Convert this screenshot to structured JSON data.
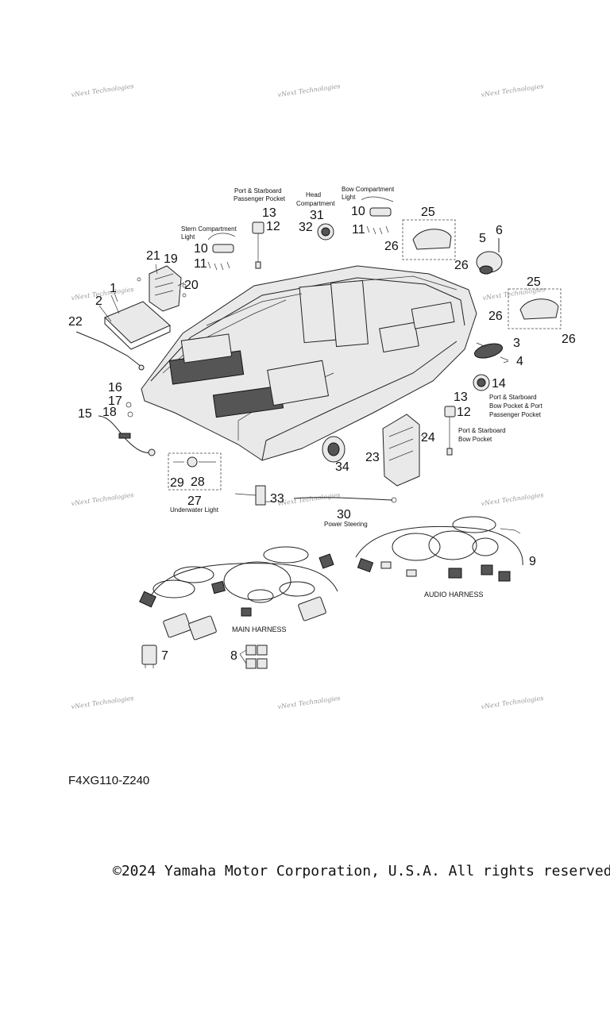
{
  "watermark": "vNext Technologies",
  "callouts": [
    "1",
    "2",
    "3",
    "4",
    "5",
    "6",
    "7",
    "8",
    "9",
    "10",
    "11",
    "12",
    "13",
    "14",
    "15",
    "16",
    "17",
    "18",
    "19",
    "20",
    "21",
    "22",
    "23",
    "24",
    "25",
    "26",
    "27",
    "28",
    "29",
    "30",
    "31",
    "32",
    "33",
    "34"
  ],
  "labels": {
    "stern_light": [
      "Stern Compartment",
      "Light"
    ],
    "passenger_pocket": [
      "Port & Starboard",
      "Passenger Pocket"
    ],
    "head_compartment": [
      "Head",
      "Compartment"
    ],
    "bow_light": [
      "Bow Compartment",
      "Light"
    ],
    "bow_pocket_port_passenger": [
      "Port & Starboard",
      "Bow Pocket & Port",
      "Passenger Pocket"
    ],
    "bow_pocket": [
      "Port & Starboard",
      "Bow Pocket"
    ],
    "underwater_light": "Underwater Light",
    "power_steering": "Power Steering",
    "audio_harness": "AUDIO HARNESS",
    "main_harness": "MAIN HARNESS"
  },
  "diagram_code": "F4XG110-Z240",
  "copyright": "©2024 Yamaha Motor Corporation, U.S.A. All rights reserved."
}
